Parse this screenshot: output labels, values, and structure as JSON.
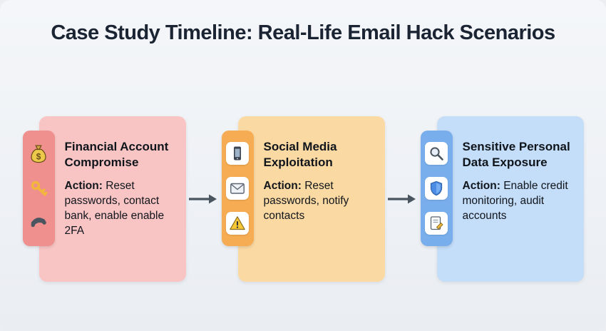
{
  "page": {
    "title": "Case Study Timeline: Real-Life Email Hack Scenarios"
  },
  "colors": {
    "background": "#f0f2f5",
    "title_text": "#1a2433",
    "arrow": "#4a5560"
  },
  "cards": [
    {
      "title": "Financial Account Compromise",
      "action_label": "Action:",
      "action_text": "Reset passwords, contact bank, enable enable 2FA",
      "bg": "#f9c5c4",
      "tab_bg": "#ef908e",
      "icons": [
        "money-bag-icon",
        "key-icon",
        "phone-receiver-icon"
      ]
    },
    {
      "title": "Social Media Exploitation",
      "action_label": "Action:",
      "action_text": "Reset passwords, notify contacts",
      "bg": "#fbd9a2",
      "tab_bg": "#f5ac52",
      "icons": [
        "mobile-phone-icon",
        "envelope-icon",
        "warning-icon"
      ]
    },
    {
      "title": "Sensitive Personal Data Exposure",
      "action_label": "Action:",
      "action_text": "Enable credit monitoring, audit accounts",
      "bg": "#c4ddf8",
      "tab_bg": "#79aeec",
      "icons": [
        "magnifier-icon",
        "shield-icon",
        "memo-icon"
      ]
    }
  ]
}
